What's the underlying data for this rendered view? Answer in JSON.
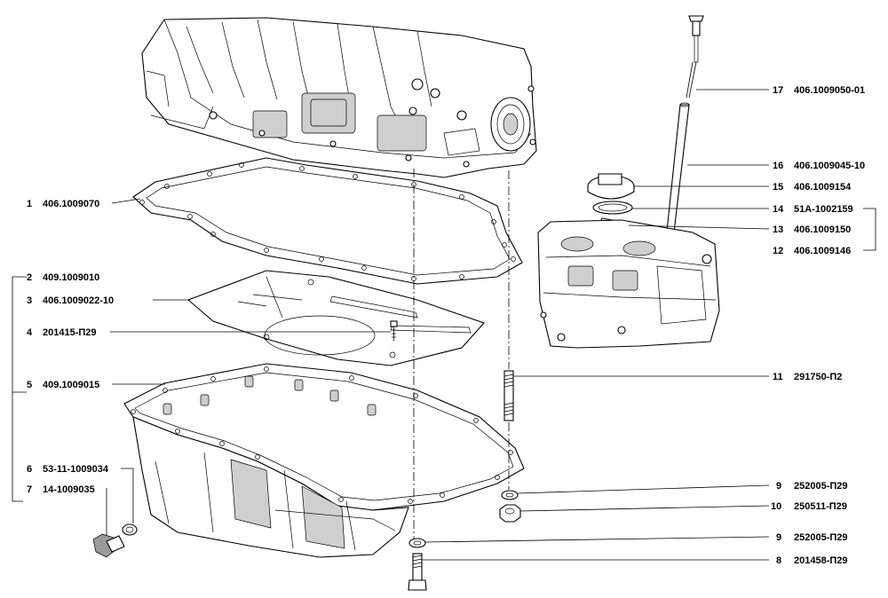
{
  "callouts": [
    {
      "num": "1",
      "code": "406.1009070"
    },
    {
      "num": "2",
      "code": "409.1009010"
    },
    {
      "num": "3",
      "code": "406.1009022-10"
    },
    {
      "num": "4",
      "code": "201415-П29"
    },
    {
      "num": "5",
      "code": "409.1009015"
    },
    {
      "num": "6",
      "code": "53-11-1009034"
    },
    {
      "num": "7",
      "code": "14-1009035"
    },
    {
      "num": "17",
      "code": "406.1009050-01"
    },
    {
      "num": "16",
      "code": "406.1009045-10"
    },
    {
      "num": "15",
      "code": "406.1009154"
    },
    {
      "num": "14",
      "code": "51А-1002159"
    },
    {
      "num": "13",
      "code": "406.1009150"
    },
    {
      "num": "12",
      "code": "406.1009146"
    },
    {
      "num": "11",
      "code": "291750-П2"
    },
    {
      "num": "9",
      "code": "252005-П29"
    },
    {
      "num": "10",
      "code": "250511-П29"
    },
    {
      "num": "9",
      "code": "252005-П29"
    },
    {
      "num": "8",
      "code": "201458-П29"
    }
  ],
  "parts": [
    {
      "name": "engine-block-part",
      "callout": null
    },
    {
      "name": "gasket-part",
      "callout": "1"
    },
    {
      "name": "baffle-plate-part",
      "callout": "3"
    },
    {
      "name": "bolt-small-part",
      "callout": "4"
    },
    {
      "name": "oil-pan-part",
      "callout": "5"
    },
    {
      "name": "drain-washer-part",
      "callout": "6"
    },
    {
      "name": "drain-plug-part",
      "callout": "7"
    },
    {
      "name": "stud-part",
      "callout": "11"
    },
    {
      "name": "washer-upper-part",
      "callout": "9"
    },
    {
      "name": "nut-part",
      "callout": "10"
    },
    {
      "name": "washer-lower-part",
      "callout": "9"
    },
    {
      "name": "bolt-part",
      "callout": "8"
    },
    {
      "name": "dipstick-part",
      "callout": "17"
    },
    {
      "name": "dipstick-tube-part",
      "callout": "16"
    },
    {
      "name": "filler-cap-part",
      "callout": "15"
    },
    {
      "name": "seal-ring-part",
      "callout": "14"
    },
    {
      "name": "cap-clip-part",
      "callout": "13"
    },
    {
      "name": "valve-cover-part",
      "callout": "12"
    }
  ]
}
